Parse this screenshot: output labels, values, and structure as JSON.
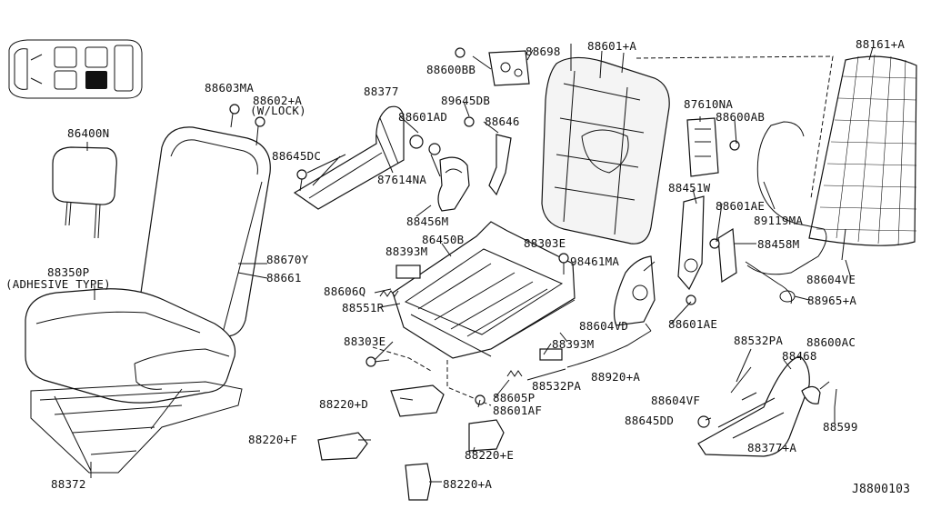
{
  "diagram_id": "J8800103",
  "locator": {
    "cells": 6,
    "highlighted_cell": 4
  },
  "callouts": {
    "p86400N": "86400N",
    "p88603MA": "88603MA",
    "p88602A": "88602+A",
    "p88602A_note": "(W/LOCK)",
    "p88377": "88377",
    "p88645DC": "88645DC",
    "p88601AD": "88601AD",
    "p89645DB": "89645DB",
    "p88646": "88646",
    "p87614NA": "87614NA",
    "p88456M": "88456M",
    "p86450B": "86450B",
    "p88393M_a": "88393M",
    "p88670Y": "88670Y",
    "p88661": "88661",
    "p88350P": "88350P",
    "p88350P_note": "(ADHESIVE TYPE)",
    "p88606Q": "88606Q",
    "p88551R": "88551R",
    "p88303E_a": "88303E",
    "p88303E_b": "88303E",
    "p98461MA": "98461MA",
    "p88393M_b": "88393M",
    "p88604VD": "88604VD",
    "p88601AE_a": "88601AE",
    "p88601AE_b": "88601AE",
    "p88220D": "88220+D",
    "p88605P": "88605P",
    "p88601AF": "88601AF",
    "p88532PA_a": "88532PA",
    "p88532PA_b": "88532PA",
    "p88920A": "88920+A",
    "p88220F": "88220+F",
    "p88220E": "88220+E",
    "p88220A": "88220+A",
    "p88372": "88372",
    "p88698": "88698",
    "p88600BB": "88600BB",
    "p88601A": "88601+A",
    "p87610NA": "87610NA",
    "p88600AB": "88600AB",
    "p88451W": "88451W",
    "p89119MA": "89119MA",
    "p88458M": "88458M",
    "p88161A": "88161+A",
    "p88604VE": "88604VE",
    "p88965A": "88965+A",
    "p88600AC": "88600AC",
    "p88468": "88468",
    "p88604VF": "88604VF",
    "p88645DD": "88645DD",
    "p88599": "88599",
    "p88377A": "88377+A"
  }
}
